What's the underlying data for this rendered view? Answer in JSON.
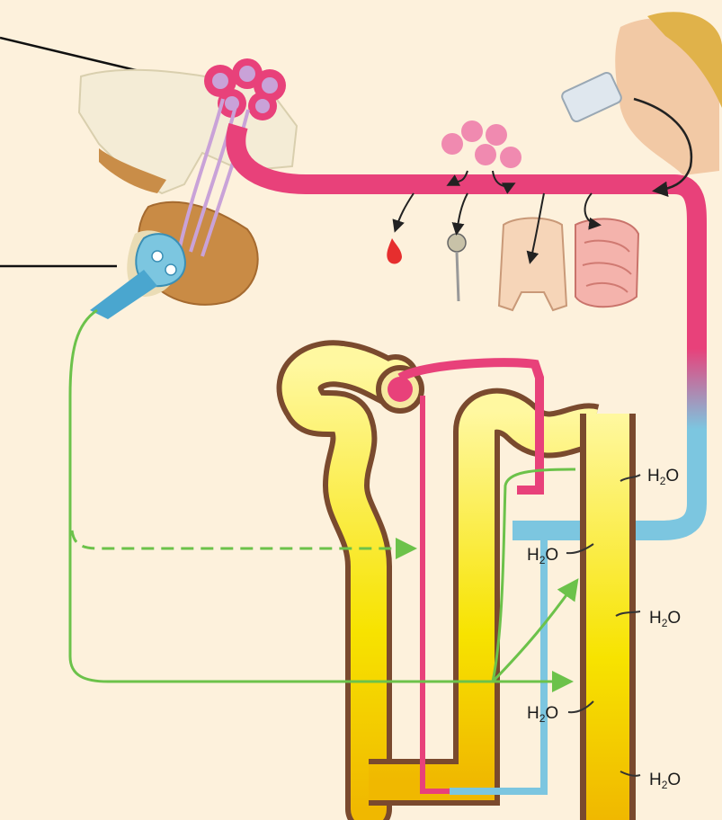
{
  "labels": {
    "water": [
      {
        "main": "H",
        "sub": "2",
        "tail": "O"
      },
      {
        "main": "H",
        "sub": "2",
        "tail": "O"
      },
      {
        "main": "H",
        "sub": "2",
        "tail": "O"
      },
      {
        "main": "H",
        "sub": "2",
        "tail": "O"
      },
      {
        "main": "H",
        "sub": "2",
        "tail": "O"
      }
    ]
  },
  "colors": {
    "background": "#fdf1dc",
    "oxygenated_vessel": "#e8417a",
    "deoxygenated_vessel": "#7cc6e0",
    "tubule_fluid": "#f6e000",
    "tubule_wall": "#7a4a2e",
    "hormone_pathway": "#6cc24a",
    "leader_line": "#111111"
  }
}
